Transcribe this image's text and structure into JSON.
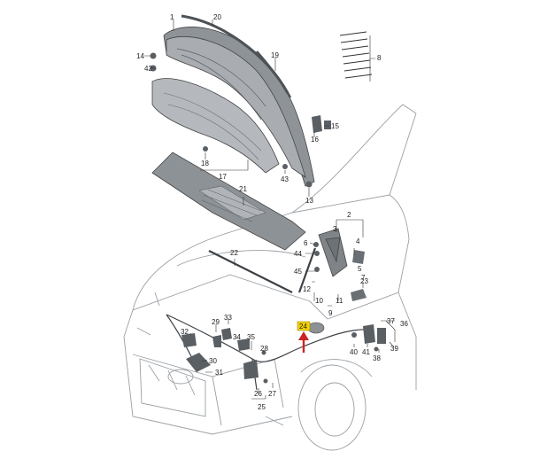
{
  "callouts": [
    "1",
    "20",
    "14",
    "42",
    "19",
    "8",
    "16",
    "15",
    "18",
    "17",
    "43",
    "13",
    "21",
    "2",
    "3",
    "6",
    "44",
    "4",
    "5",
    "45",
    "7",
    "12",
    "22",
    "10",
    "11",
    "9",
    "23",
    "33",
    "29",
    "32",
    "34",
    "35",
    "28",
    "24",
    "37",
    "36",
    "40",
    "41",
    "39",
    "38",
    "30",
    "31",
    "26",
    "27",
    "25"
  ],
  "highlight": {
    "callout": "24",
    "color": "#f2d200",
    "arrow_color": "#cc2222"
  }
}
